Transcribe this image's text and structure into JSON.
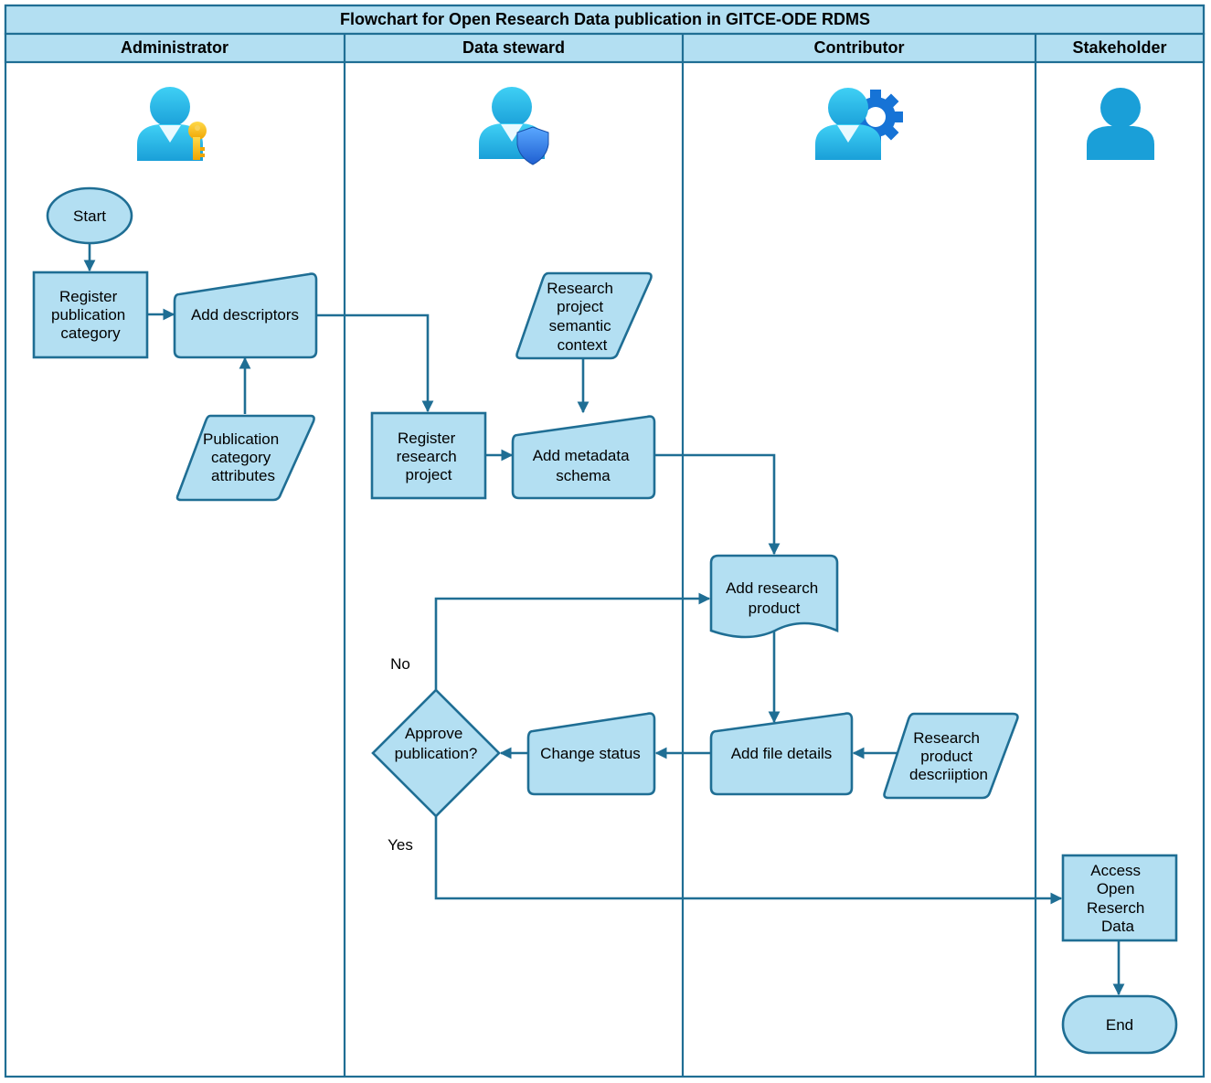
{
  "title": "Flowchart for Open Research Data publication in GITCE-ODE RDMS",
  "lanes": [
    "Administrator",
    "Data steward",
    "Contributor",
    "Stakeholder"
  ],
  "icons": [
    "administrator-key-user-icon",
    "data-steward-shield-user-icon",
    "contributor-gear-user-icon",
    "stakeholder-user-icon"
  ],
  "colors": {
    "fill": "#b3dff2",
    "stroke": "#1f6e94",
    "header": "#b3dff2"
  },
  "nodes": {
    "start": [
      "Start"
    ],
    "register_category": [
      "Register",
      "publication",
      "category"
    ],
    "add_descriptors": [
      "Add descriptors"
    ],
    "category_attributes": [
      "Publication",
      "category",
      "attributes"
    ],
    "semantic_context": [
      "Research",
      "project",
      "semantic",
      "context"
    ],
    "register_project": [
      "Register",
      "research",
      "project"
    ],
    "metadata_schema": [
      "Add metadata",
      "schema"
    ],
    "add_product": [
      "Add research",
      "product"
    ],
    "approve": [
      "Approve",
      "publication?"
    ],
    "change_status": [
      "Change status"
    ],
    "file_details": [
      "Add file details"
    ],
    "product_description": [
      "Research",
      "product",
      "descriiption"
    ],
    "access": [
      "Access",
      "Open",
      "Reserch",
      "Data"
    ],
    "end": [
      "End"
    ]
  },
  "edge_labels": {
    "no": "No",
    "yes": "Yes"
  }
}
